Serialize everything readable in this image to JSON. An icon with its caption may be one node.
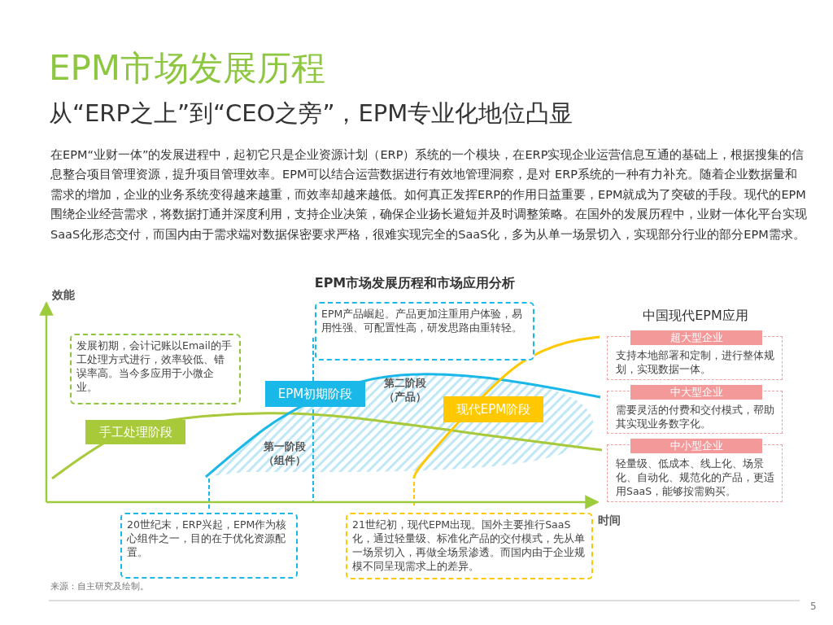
{
  "diagram": {
    "title": "EPM市场发展历程",
    "nodes": [
      {
        "text": [
          "发展初期，会计记账以Email的手工处理方式进行，效率较低、错误率高。当今多应用于小微企业。"
        ]
      },
      {
        "text": [
          "EPM产品崛起。产品更加注重用户体验，易用性强、可配置性高，研发思路由重转轻。"
        ]
      },
      {
        "text": [
          "手工处理阶段"
        ]
      },
      {
        "text": [
          "EPM初期阶段"
        ]
      },
      {
        "text": [
          "现代EPM阶段"
        ]
      },
      {
        "text": [
          "超大型企业",
          "支持本地部署和定制，进行整体规划，实现数据一体。"
        ]
      },
      {
        "text": [
          "中大型企业",
          "需要灵活的付费和交付模式，帮助其实现业务数字化。"
        ]
      },
      {
        "text": [
          "中小型企业",
          "轻量级、低成本、线上化、场景化、自动化、规范化的产品，更适用SaaS，能够按需购买。"
        ]
      },
      {
        "text": [
          "20世纪末，ERP兴起，EPM作为核心组件之一，目的在于优化资源配置。"
        ]
      },
      {
        "text": [
          "21世纪初，现代EPM出现。国外主要推行SaaS化，通过轻量级、标准化产品的交付模式，先从单一场景切入，再做全场景渗透。而国内由于企业规模不同呈现需求上的差异。"
        ]
      }
    ],
    "labels": [
      "从“ERP之上”到“CEO之旁”，EPM专业化地位凸显",
      "在EPM“业财一体”的发展进程中，起初它只是企业资源计划（ERP）系统的一个模块，在ERP实现企业运营信息互通的基础上，根据搜集的信息整合项目管理资源，提升项目管理效率。EPM可以结合运营数据进行有效地管理洞察，是对 ERP系统的一种有力补充。随着企业数据量和需求的增加，企业的业务系统变得越来越重，而效率却越来越低。如何真正发挥ERP的作用日益重要，EPM就成为了突破的手段。现代的EPM围绕企业经营需求，将数据打通并深度利用，支持企业决策，确保企业扬长避短并及时调整策略。在国外的发展历程中，业财一体化平台实现SaaS化形态交付，而国内由于需求端对数据保密要求严格，很难实现完全的SaaS化，多为从单一场景切入，实现部分行业的部分EPM需求。",
      "EPM市场发展历程和市场应用分析",
      "效能",
      "第一阶段（组件）",
      "第二阶段（产品）",
      "中国现代EPM应用",
      "时间",
      "来源：自主研究及绘制。",
      "5"
    ]
  }
}
